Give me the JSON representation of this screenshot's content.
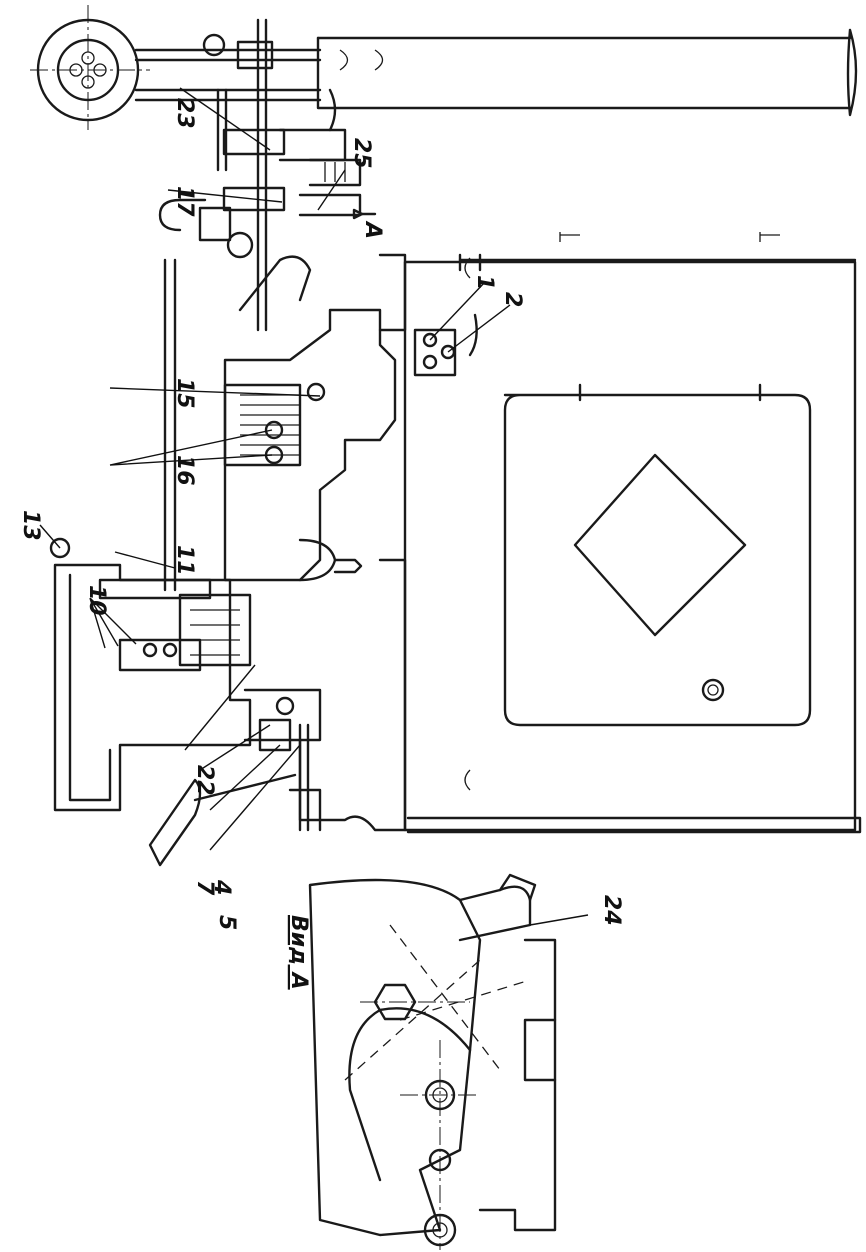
{
  "view_label": "Вид А",
  "section_marker": "А",
  "callouts": [
    {
      "id": "c1",
      "text": "1"
    },
    {
      "id": "c2",
      "text": "2"
    },
    {
      "id": "c4",
      "text": "4"
    },
    {
      "id": "c5",
      "text": "5"
    },
    {
      "id": "c7",
      "text": "7"
    },
    {
      "id": "c10",
      "text": "10"
    },
    {
      "id": "c11",
      "text": "11"
    },
    {
      "id": "c13",
      "text": "13"
    },
    {
      "id": "c15",
      "text": "15"
    },
    {
      "id": "c16",
      "text": "16"
    },
    {
      "id": "c17",
      "text": "17"
    },
    {
      "id": "c22",
      "text": "22"
    },
    {
      "id": "c23",
      "text": "23"
    },
    {
      "id": "c24",
      "text": "24"
    },
    {
      "id": "c25",
      "text": "25"
    }
  ]
}
